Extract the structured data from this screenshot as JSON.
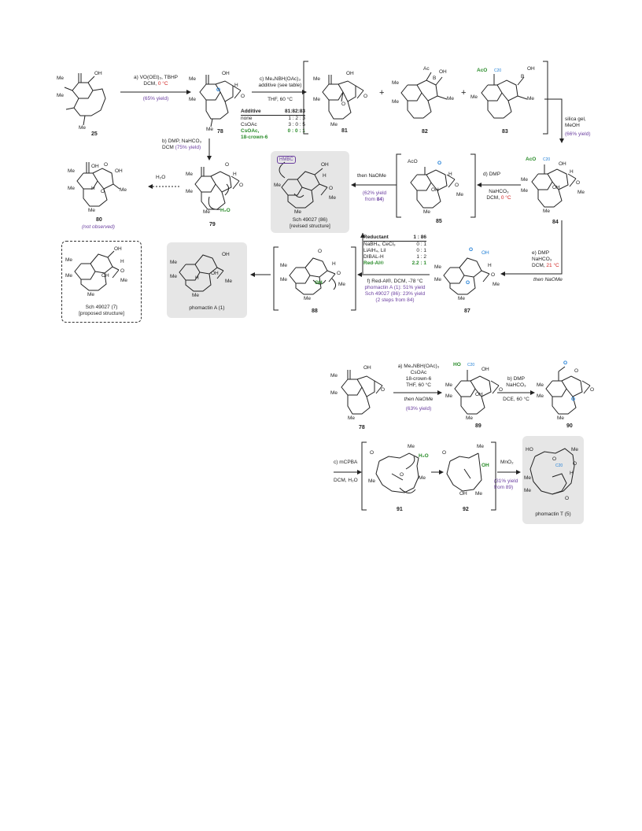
{
  "scheme1": {
    "step_a": {
      "line1": "a) VO(OEt)₃, TBHP",
      "line2_prefix": "DCM, ",
      "line2_temp": "0 °C",
      "yield": "(65% yield)"
    },
    "step_b": {
      "line1": "b) DMP, NaHCO₃",
      "line2_prefix": "DCM ",
      "yield": "(75% yield)"
    },
    "step_c": {
      "line1": "c) Me₄NBH(OAc)₃",
      "line2": "additive (see table)",
      "cond": "THF, 60 °C"
    },
    "additive_table": {
      "header_col1": "Additive",
      "header_col2": "81:82:83",
      "rows": [
        {
          "additive": "none",
          "ratio": "1 : 2 : 3"
        },
        {
          "additive": "CsOAc",
          "ratio": "3 : 0 : 5"
        },
        {
          "additive": "CsOAc,",
          "ratio": "0 : 0 : 1"
        },
        {
          "additive": "18-crown-6",
          "ratio": ""
        }
      ]
    },
    "silica": {
      "line1": "silica gel,",
      "line2": "MeOH",
      "yield": "(66% yield)"
    },
    "step_d": {
      "line1": "d) DMP",
      "line2": "NaHCO₃",
      "line3_prefix": "DCM, ",
      "line3_temp": "0 °C"
    },
    "then_naome": {
      "label": "then NaOMe",
      "yield_line1": "(62% yield",
      "yield_line2_prefix": "from ",
      "yield_line2_ref": "84",
      "yield_line2_suffix": ")"
    },
    "h2o_arrow": "H₂O",
    "step_e": {
      "line1": "e) DMP",
      "line2": "NaHCO₃",
      "line3_prefix": "DCM, ",
      "line3_temp": "21 °C",
      "then": "then NaOMe"
    },
    "reductant_table": {
      "header_col1": "Reductant",
      "header_col2": "1 : 86",
      "rows": [
        {
          "reductant": "NaBH₄, CeCl₃",
          "ratio": "0 : 1"
        },
        {
          "reductant": "LiAlH₄, LiI",
          "ratio": "0 : 1"
        },
        {
          "reductant": "DIBAL-H",
          "ratio": "1 : 2"
        },
        {
          "reductant": "Red-Al®",
          "ratio": "2.2 : 1"
        }
      ]
    },
    "step_f": {
      "line1": "f) Red-Al®, DCM, -78 °C",
      "line2": "phomactin A (1): 51% yield",
      "line3": "Sch 49027 (86): 23% yield",
      "line4": "(2 steps from 84)"
    },
    "labels": {
      "c25": "25",
      "c78": "78",
      "c81": "81",
      "c82": "82",
      "c83": "83",
      "c84": "84",
      "c85": "85",
      "c86_name": "Sch 49027 (86)",
      "c86_sub": "[revised structure]",
      "c79": "79",
      "c80": "80",
      "c80_note": "(not observed)",
      "c7_name": "Sch 49027 (7)",
      "c7_sub": "[proposed structure]",
      "c1_name": "phomactin A (1)",
      "c88": "88",
      "c87": "87",
      "hmbc": "HMBC",
      "plus": "+"
    },
    "atoms": {
      "oh": "OH",
      "me": "Me",
      "h": "H",
      "o": "O",
      "ac": "Ac",
      "b": "B",
      "aco": "AcO",
      "c20": "C20",
      "h2o": "H₂O"
    }
  },
  "scheme2": {
    "step_a": {
      "line1": "a) Me₄NBH(OAc)₃",
      "line2": "CsOAc",
      "line3": "18-crown-6",
      "line4": "THF, 60 °C",
      "line5": "then NaOMe",
      "yield": "(63% yield)"
    },
    "step_b": {
      "line1": "b) DMP",
      "line2": "NaHCO₃",
      "line3": "DCE, 60 °C"
    },
    "step_c": {
      "line1": "c) mCPBA",
      "line2": "DCM, H₂O"
    },
    "mno2": {
      "label": "MnO₂",
      "yield_line1": "(31% yield",
      "yield_line2": "from 89)"
    },
    "labels": {
      "c78": "78",
      "c89": "89",
      "c90": "90",
      "c91": "91",
      "c92": "92",
      "c5_name": "phomactin T (5)"
    },
    "atoms": {
      "ho": "HO",
      "c20": "C20"
    }
  },
  "colors": {
    "purple": "#6b3fa0",
    "red": "#d0201e",
    "green": "#2a8c2a",
    "blue": "#1f7ed6",
    "grey_box": "#e6e6e6"
  }
}
